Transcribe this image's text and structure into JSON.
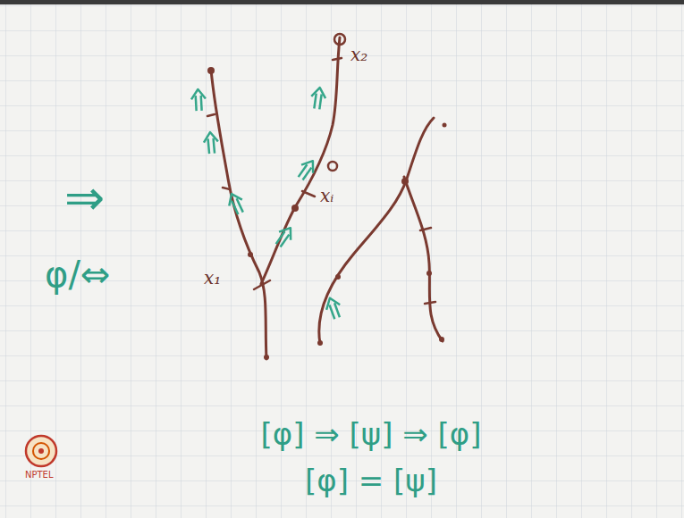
{
  "diagram": {
    "labels": [
      "⇒",
      "φ/⇔",
      "x₁",
      "xᵢ",
      "x₂",
      "[φ] ⇒ [ψ] ⇒ [φ]",
      "[φ] = [ψ]",
      "NPTEL"
    ]
  }
}
